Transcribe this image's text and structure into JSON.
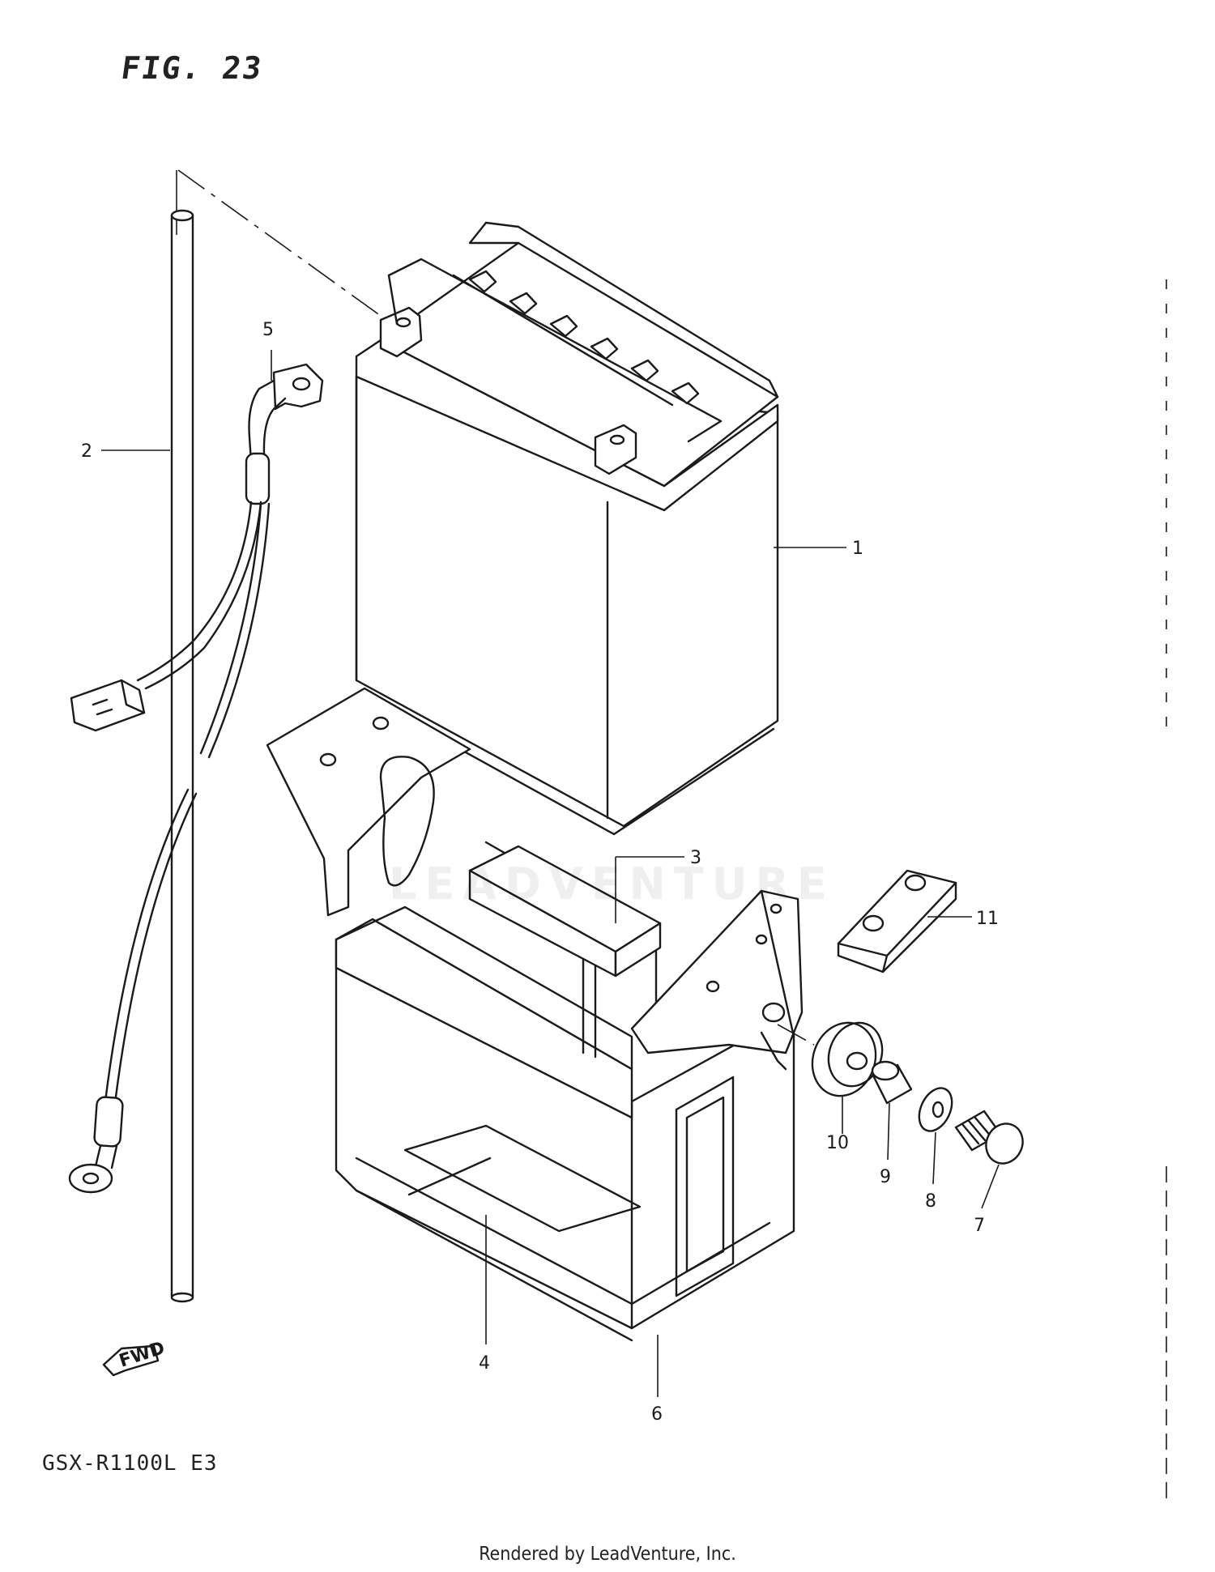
{
  "figure": {
    "title": "FIG. 23",
    "model": "GSX-R1100L E3",
    "footer": "Rendered by LeadVenture, Inc.",
    "watermark": "LEADVENTURE",
    "fwd_marker": "FWD"
  },
  "callouts": [
    {
      "id": "1",
      "part": "battery"
    },
    {
      "id": "2",
      "part": "breather-hose"
    },
    {
      "id": "3",
      "part": "battery-cushion"
    },
    {
      "id": "4",
      "part": "battery-tray-pad"
    },
    {
      "id": "5",
      "part": "negative-lead-wire"
    },
    {
      "id": "6",
      "part": "battery-holder"
    },
    {
      "id": "7",
      "part": "bolt"
    },
    {
      "id": "8",
      "part": "washer"
    },
    {
      "id": "9",
      "part": "spacer"
    },
    {
      "id": "10",
      "part": "cushion"
    },
    {
      "id": "11",
      "part": "plate"
    }
  ]
}
